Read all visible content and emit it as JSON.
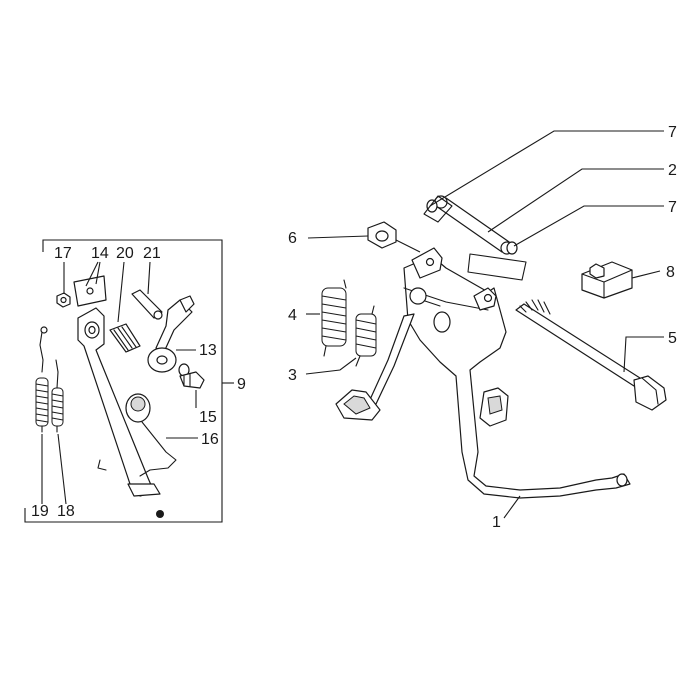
{
  "diagram": {
    "callouts": {
      "c1": "1",
      "c2": "2",
      "c3": "3",
      "c4": "4",
      "c5": "5",
      "c6": "6",
      "c7a": "7",
      "c7b": "7",
      "c8": "8",
      "c9": "9",
      "c13": "13",
      "c14": "14",
      "c15": "15",
      "c16": "16",
      "c17": "17",
      "c18": "18",
      "c19": "19",
      "c20": "20",
      "c21": "21"
    },
    "colors": {
      "line": "#1a1a1a",
      "shade": "#d9d9d9",
      "background": "#ffffff"
    }
  }
}
